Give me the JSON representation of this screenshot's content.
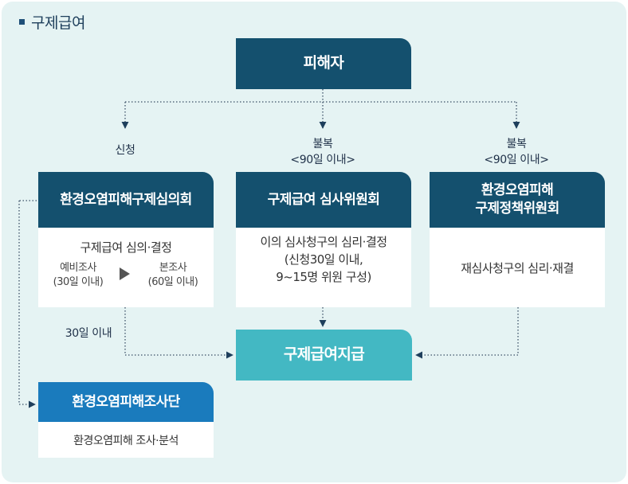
{
  "section_title": "구제급여",
  "victim": "피해자",
  "labels": {
    "apply": "신청",
    "appeal1": "불복",
    "appeal1_period": "<90일 이내>",
    "appeal2": "불복",
    "appeal2_period": "<90일 이내>",
    "within30": "30일 이내"
  },
  "relief_council": {
    "title": "환경오염피해구제심의회",
    "desc": "구제급여 심의·결정",
    "prelim_title": "예비조사",
    "prelim_period": "(30일 이내)",
    "main_title": "본조사",
    "main_period": "(60일 이내)"
  },
  "review_committee": {
    "title": "구제급여 심사위원회",
    "desc_line1": "이의 심사청구의 심리·결정",
    "desc_line2": "(신청30일 이내,",
    "desc_line3": "9~15명 위원 구성)"
  },
  "policy_committee": {
    "title_line1": "환경오염피해",
    "title_line2": "구제정책위원회",
    "desc": "재심사청구의 심리·재결"
  },
  "payment": "구제급여지급",
  "investigation_team": {
    "title": "환경오염피해조사단",
    "desc": "환경오염피해 조사·분석"
  },
  "colors": {
    "dark": "#14506e",
    "teal": "#43b8c3",
    "blue": "#1a7bbd",
    "background": "#e5f3f3"
  }
}
